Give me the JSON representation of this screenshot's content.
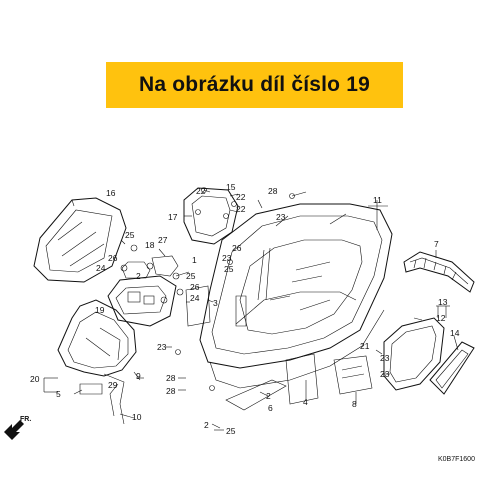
{
  "banner": {
    "text": "Na obrázku díl číslo 19",
    "background": "#ffc20e"
  },
  "diagram": {
    "direction_label": "FR.",
    "drawing_code": "K0B7F1600",
    "part_labels": [
      "16",
      "25",
      "18",
      "27",
      "26",
      "24",
      "1",
      "25",
      "26",
      "24",
      "19",
      "3",
      "15",
      "22",
      "22",
      "17",
      "22",
      "26",
      "23",
      "25",
      "28",
      "11",
      "23",
      "7",
      "2",
      "20",
      "5",
      "29",
      "9",
      "10",
      "23",
      "28",
      "28",
      "6",
      "4",
      "2",
      "25",
      "2",
      "21",
      "23",
      "23",
      "8",
      "13",
      "12",
      "14"
    ]
  }
}
